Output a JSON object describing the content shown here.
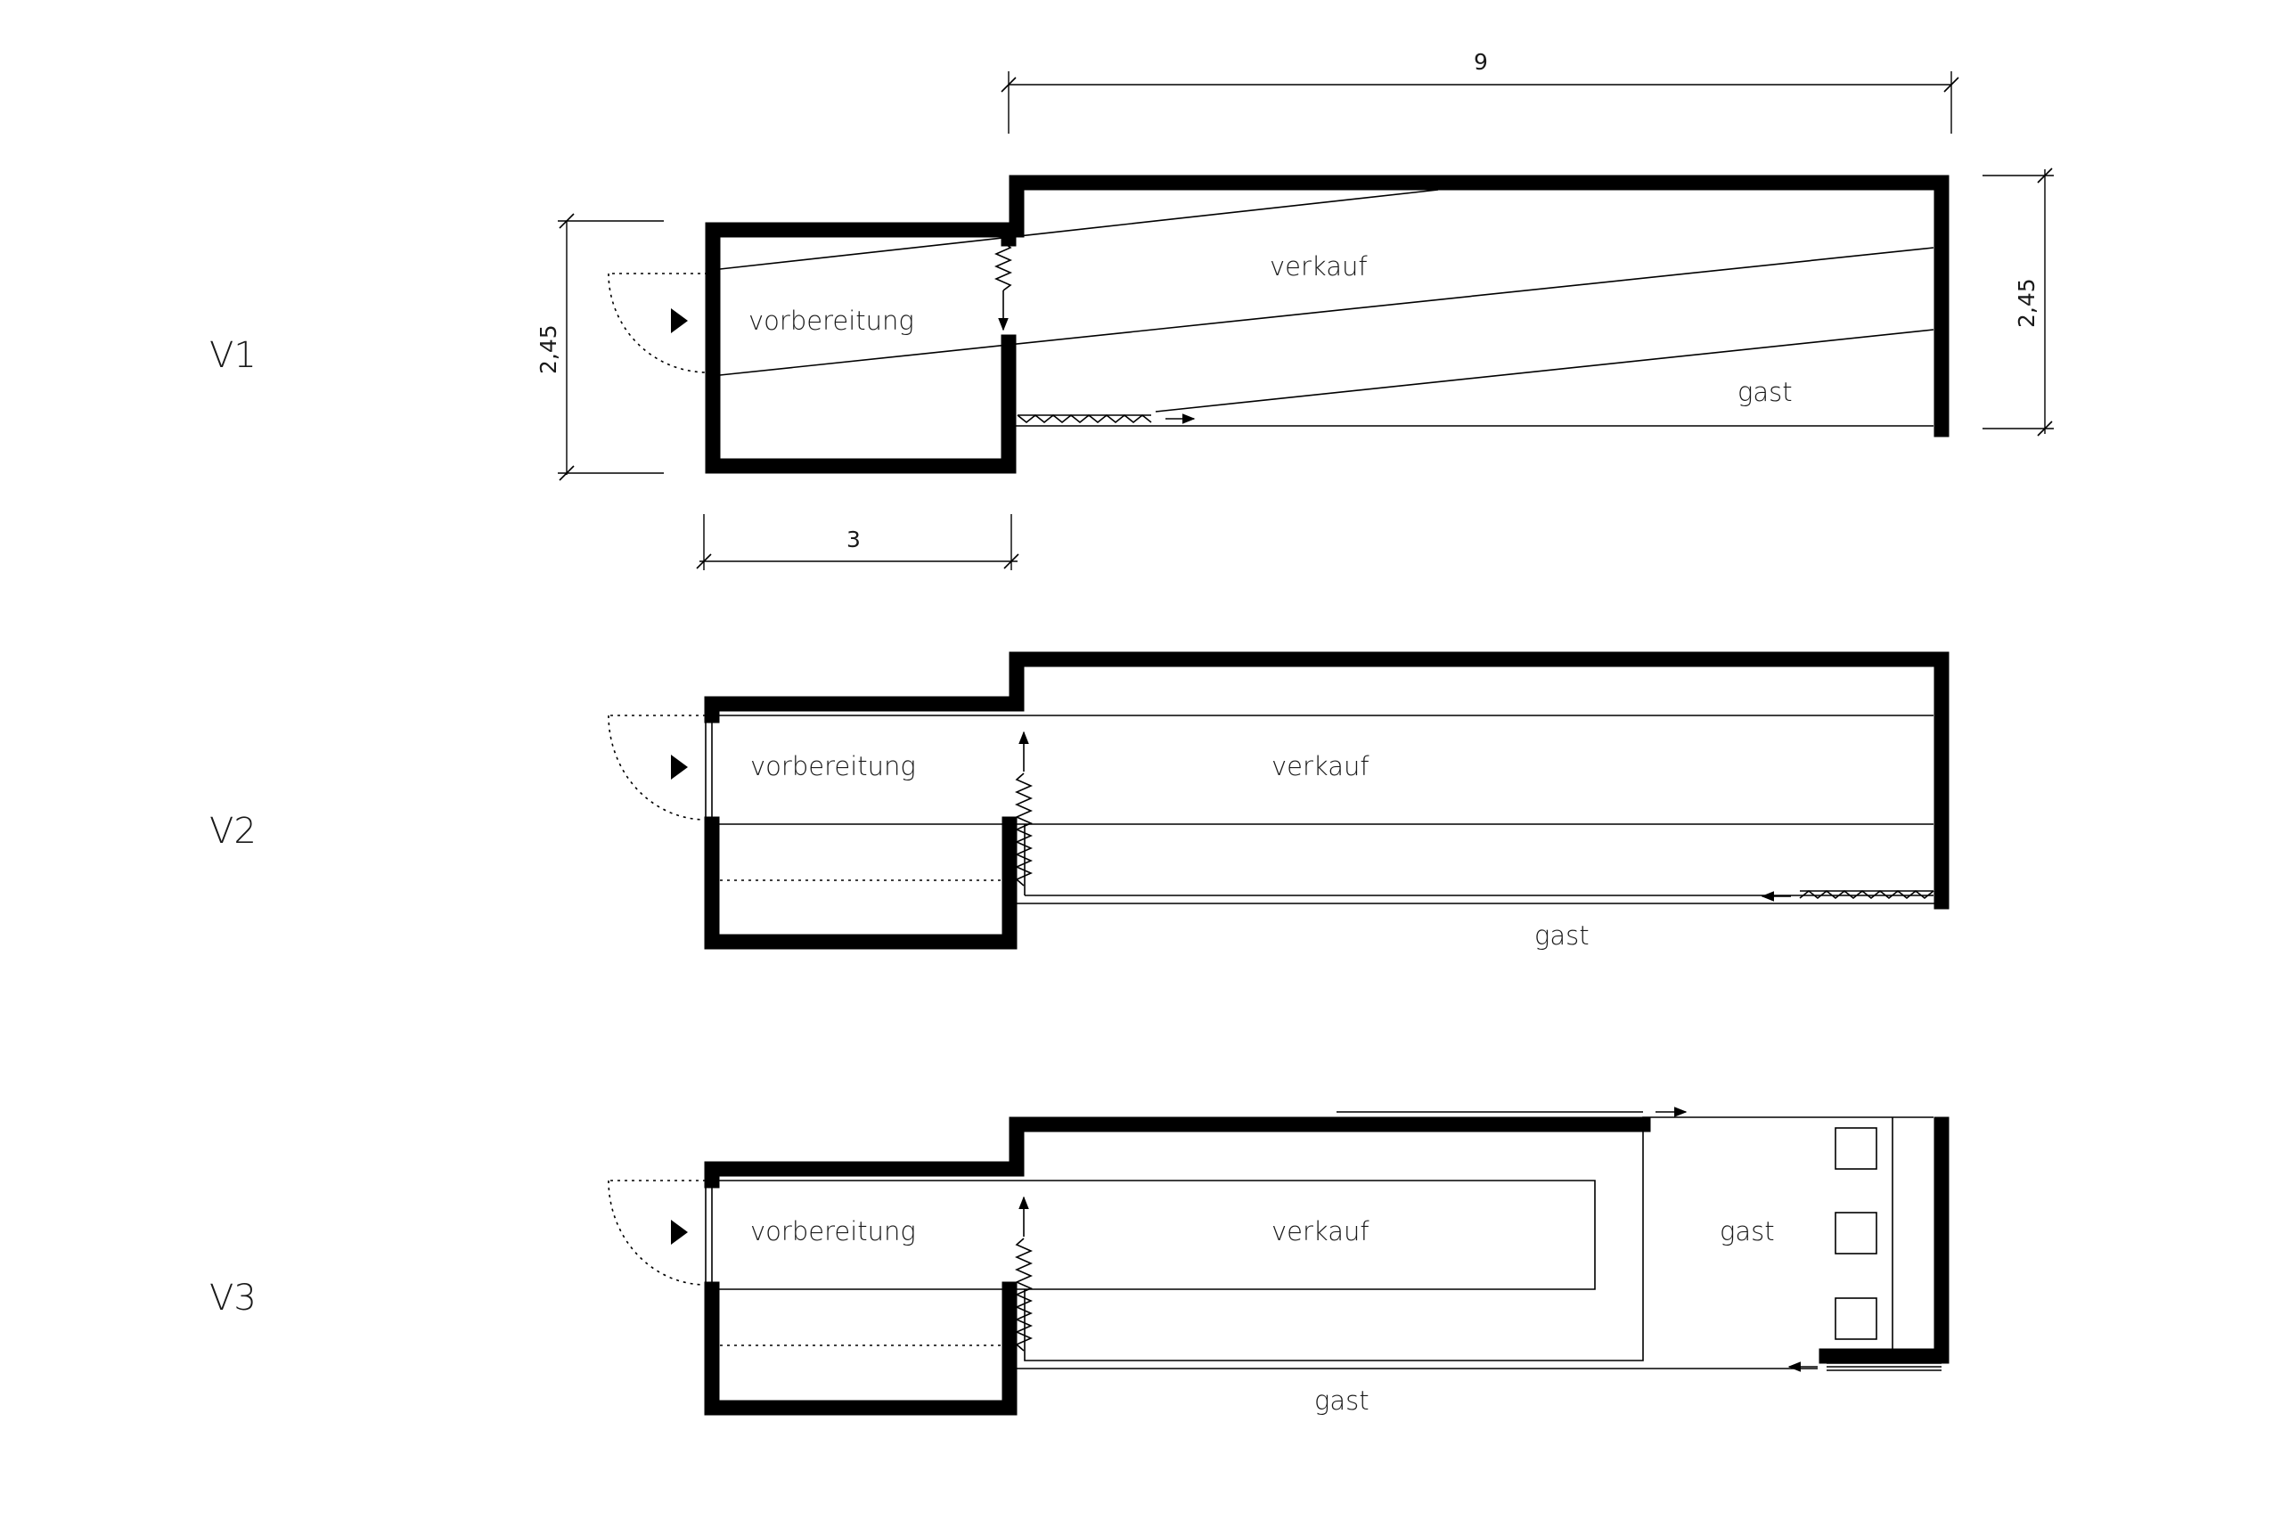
{
  "variants": [
    {
      "label": "V1",
      "rooms": {
        "prep": "vorbereitung",
        "sales": "verkauf",
        "guest": "gast"
      }
    },
    {
      "label": "V2",
      "rooms": {
        "prep": "vorbereitung",
        "sales": "verkauf",
        "guest": "gast"
      }
    },
    {
      "label": "V3",
      "rooms": {
        "prep": "vorbereitung",
        "sales": "verkauf",
        "guest_inner": "gast",
        "guest": "gast"
      }
    }
  ],
  "dimensions": {
    "top_length": "9",
    "left_depth": "2,45",
    "right_depth": "2,45",
    "bottom_width": "3"
  }
}
